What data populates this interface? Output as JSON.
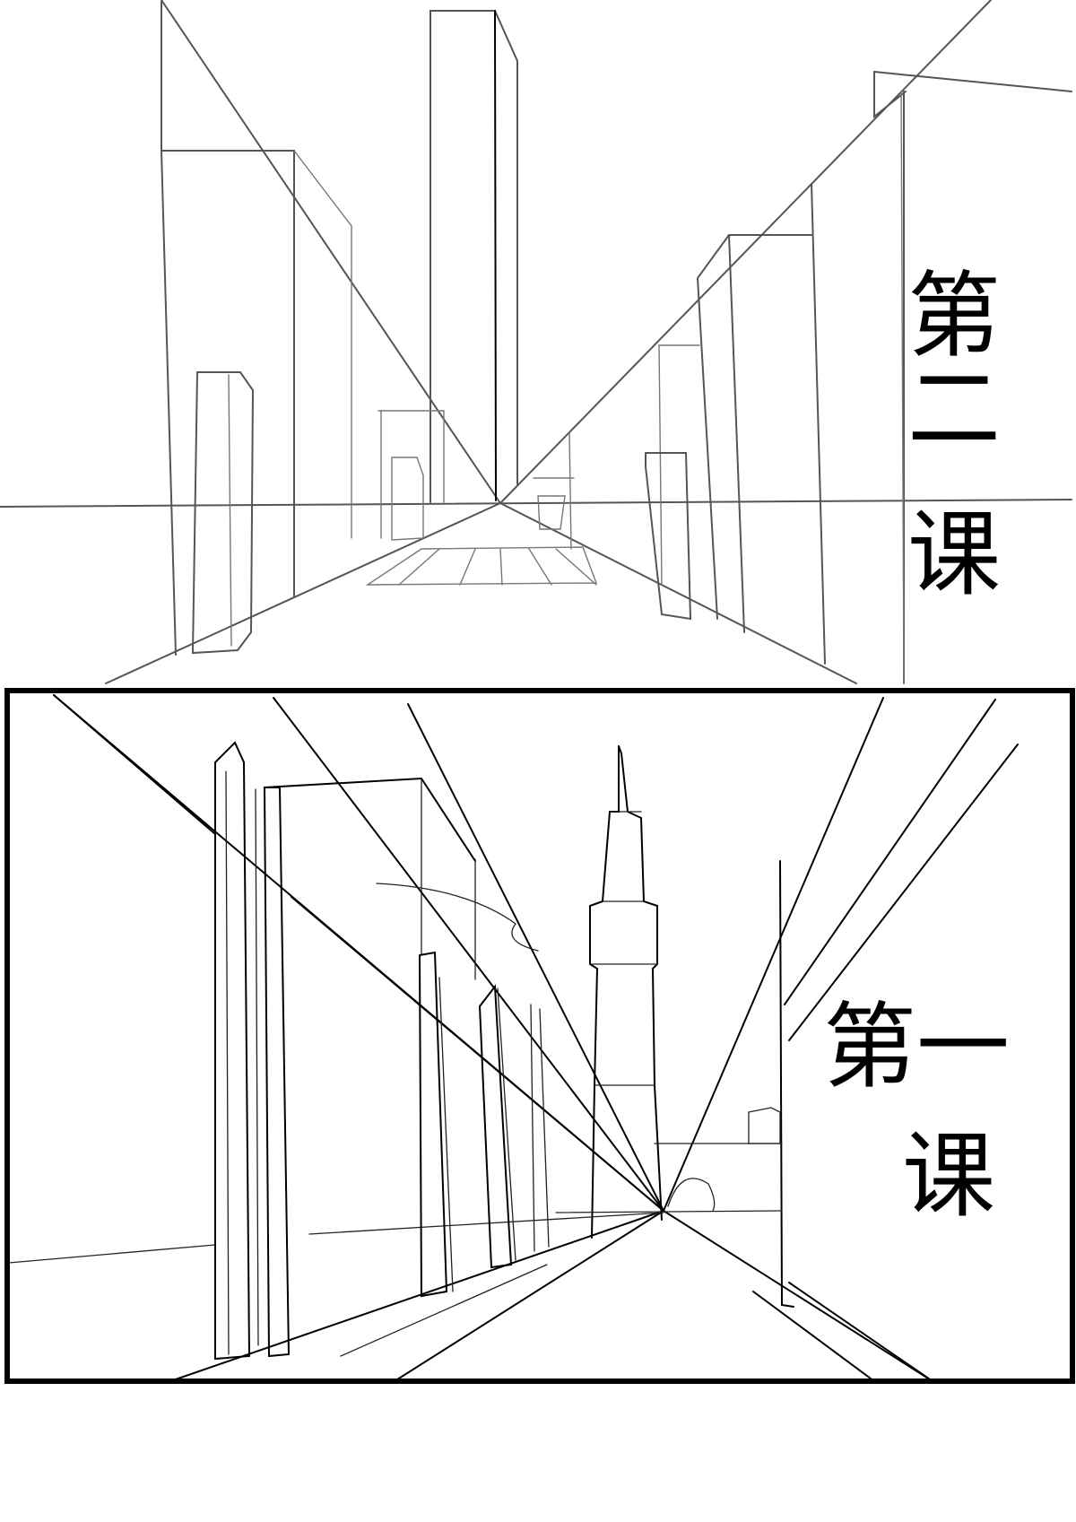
{
  "panels": {
    "top": {
      "label_line1": "第二",
      "label_line2": "课"
    },
    "bottom": {
      "label_line1": "第一",
      "label_line2": "课"
    }
  }
}
